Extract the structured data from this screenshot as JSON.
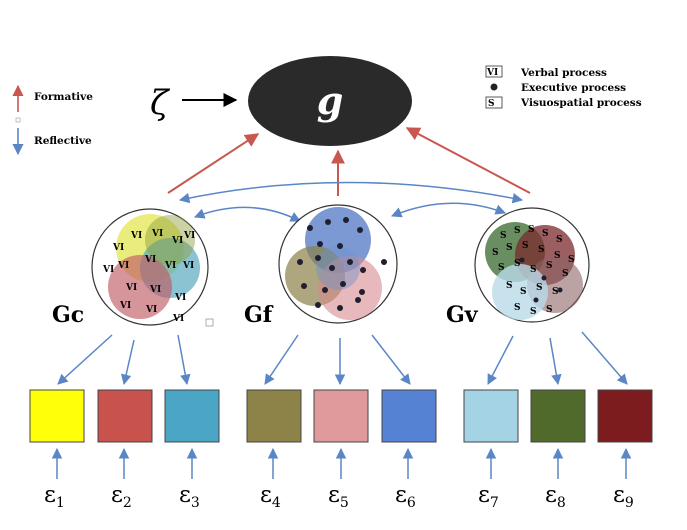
{
  "legend_arrows": {
    "formative": "Formative",
    "reflective": "Reflective"
  },
  "legend_processes": {
    "verbal_symbol": "VI",
    "verbal": "Verbal process",
    "executive": "Executive process",
    "visuospatial_symbol": "S",
    "visuospatial": "Visuospatial process"
  },
  "diagram": {
    "zeta": "ζ",
    "g": "g",
    "factors": [
      "Gc",
      "Gf",
      "Gv"
    ]
  },
  "errors": [
    {
      "symbol": "ε",
      "index": "1"
    },
    {
      "symbol": "ε",
      "index": "2"
    },
    {
      "symbol": "ε",
      "index": "3"
    },
    {
      "symbol": "ε",
      "index": "4"
    },
    {
      "symbol": "ε",
      "index": "5"
    },
    {
      "symbol": "ε",
      "index": "6"
    },
    {
      "symbol": "ε",
      "index": "7"
    },
    {
      "symbol": "ε",
      "index": "8"
    },
    {
      "symbol": "ε",
      "index": "9"
    }
  ],
  "colors": {
    "formative_arrow": "#c8584f",
    "reflective_arrow": "#5b86c6",
    "g_ellipse": "#2a2a2a",
    "indicator_boxes": [
      "#ffff0a",
      "#c8524c",
      "#4aa6c4",
      "#8d8349",
      "#e09a9c",
      "#5682d3",
      "#a3d3e4",
      "#4f6a2b",
      "#7c1c1e"
    ]
  }
}
